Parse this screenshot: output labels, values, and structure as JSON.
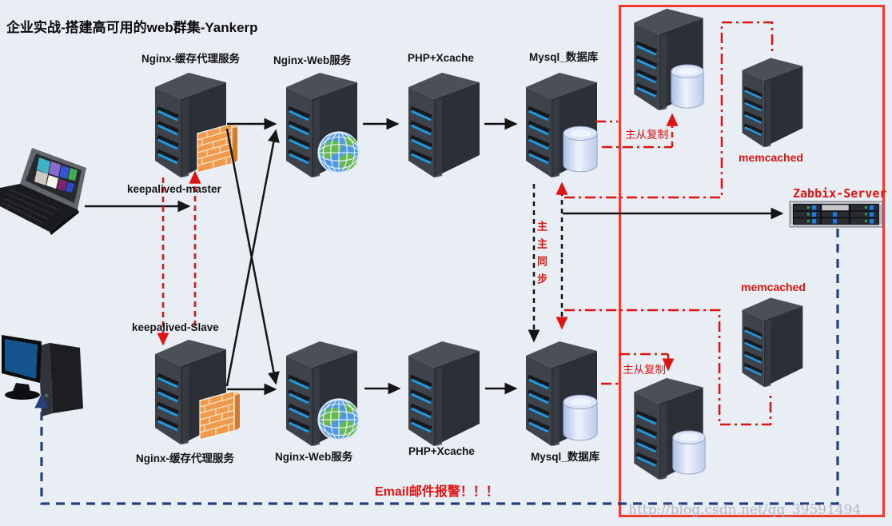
{
  "title": "企业实战-搭建高可用的web群集-Yankerp",
  "top_row": {
    "proxy": "Nginx-缓存代理服务",
    "web": "Nginx-Web服务",
    "php": "PHP+Xcache",
    "mysql": "Mysql_数据库"
  },
  "bottom_row": {
    "proxy": "Nginx-缓存代理服务",
    "web": "Nginx-Web服务",
    "php": "PHP+Xcache",
    "mysql": "Mysql_数据库"
  },
  "keepalived": {
    "master": "keepalived-master",
    "slave": "keepalived-Slave"
  },
  "replication": {
    "master_slave_top": "主从复制",
    "master_slave_bottom": "主从复制",
    "master_master": "主主同步"
  },
  "right_panel": {
    "memcached_top": "memcached",
    "memcached_bottom": "memcached",
    "zabbix": "Zabbix-Server"
  },
  "alert": {
    "email": "Email邮件报警！！！"
  },
  "watermark": "http://blog.csdn.net/qq_39591494",
  "colors": {
    "background": "#e9edf4",
    "accent_red": "#e01313",
    "box_red": "#f23a32",
    "blue_dash": "#25417d",
    "server_blue_led": "#1f9ae2",
    "firewall_orange": "#f09a4e"
  }
}
